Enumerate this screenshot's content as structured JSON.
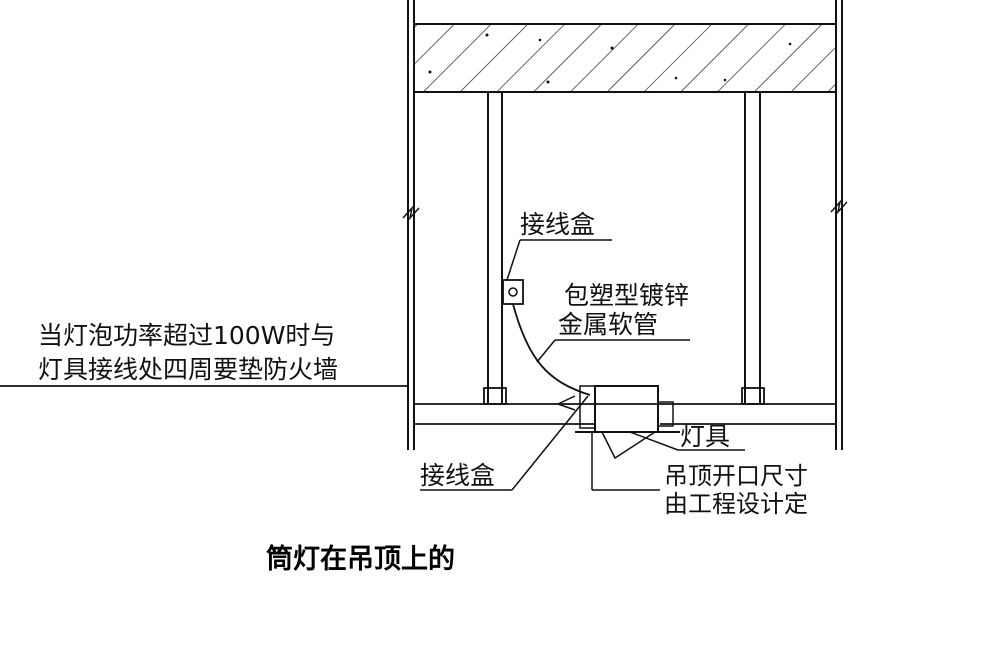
{
  "labels": {
    "junction_box_top": "接线盒",
    "conduit_line1": "包塑型镀锌",
    "conduit_line2": "金属软管",
    "fireproof_line1": "当灯泡功率超过100W时与",
    "fireproof_line2": "灯具接线处四周要垫防火墙",
    "fixture": "灯具",
    "junction_box_bottom": "接线盒",
    "opening_line1": "吊顶开口尺寸",
    "opening_line2": "由工程设计定"
  },
  "caption": "筒灯在吊顶上的",
  "colors": {
    "line": "#111111",
    "background": "#ffffff"
  }
}
